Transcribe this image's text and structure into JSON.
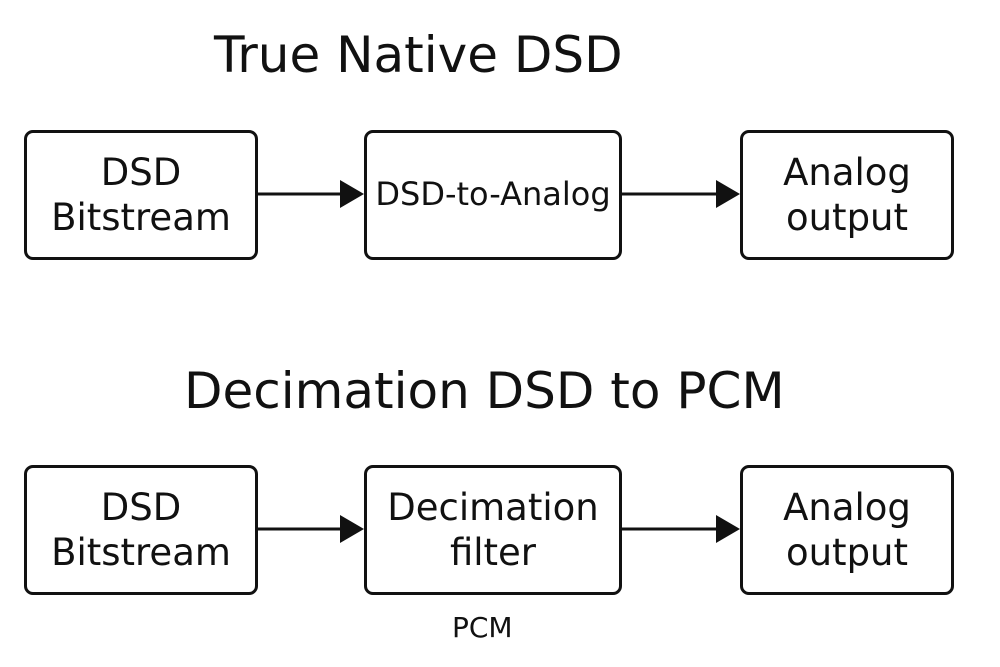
{
  "diagrams": [
    {
      "title": "True Native DSD",
      "blocks": [
        {
          "lines": [
            "DSD",
            "Bitstream"
          ]
        },
        {
          "lines": [
            "DSD-to-Analog"
          ]
        },
        {
          "lines": [
            "Analog",
            "output"
          ]
        }
      ]
    },
    {
      "title": "Decimation DSD to PCM",
      "blocks": [
        {
          "lines": [
            "DSD",
            "Bitstream"
          ]
        },
        {
          "lines": [
            "Decimation",
            "filter"
          ]
        },
        {
          "lines": [
            "Analog",
            "output"
          ]
        }
      ],
      "output_label": "PCM"
    }
  ],
  "colors": {
    "stroke": "#111111",
    "background": "#ffffff"
  }
}
